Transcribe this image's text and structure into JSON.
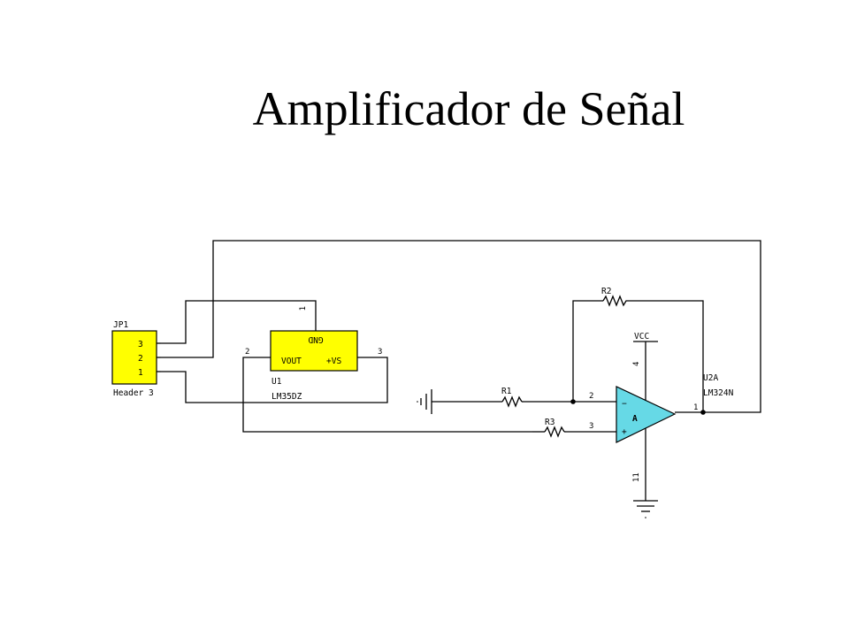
{
  "title": "Amplificador de Señal",
  "colors": {
    "ic_fill": "#ffff00",
    "opamp_fill": "#66d9e6",
    "wire": "#000000"
  },
  "jp1": {
    "ref": "JP1",
    "value": "Header 3",
    "pins": [
      "3",
      "2",
      "1"
    ]
  },
  "u1": {
    "ref": "U1",
    "value": "LM35DZ",
    "gnd_label": "GND",
    "vout_label": "VOUT",
    "vs_label": "+VS",
    "pin_gnd": "1",
    "pin_vout": "2",
    "pin_vs": "3"
  },
  "r1": {
    "ref": "R1"
  },
  "r2": {
    "ref": "R2"
  },
  "r3": {
    "ref": "R3"
  },
  "u2a": {
    "ref": "U2A",
    "value": "LM324N",
    "symbol": "A",
    "minus": "−",
    "plus": "+",
    "pin_inv": "2",
    "pin_noninv": "3",
    "pin_out": "1",
    "pin_vcc": "4",
    "pin_gnd": "11"
  },
  "vcc": {
    "label": "VCC"
  }
}
